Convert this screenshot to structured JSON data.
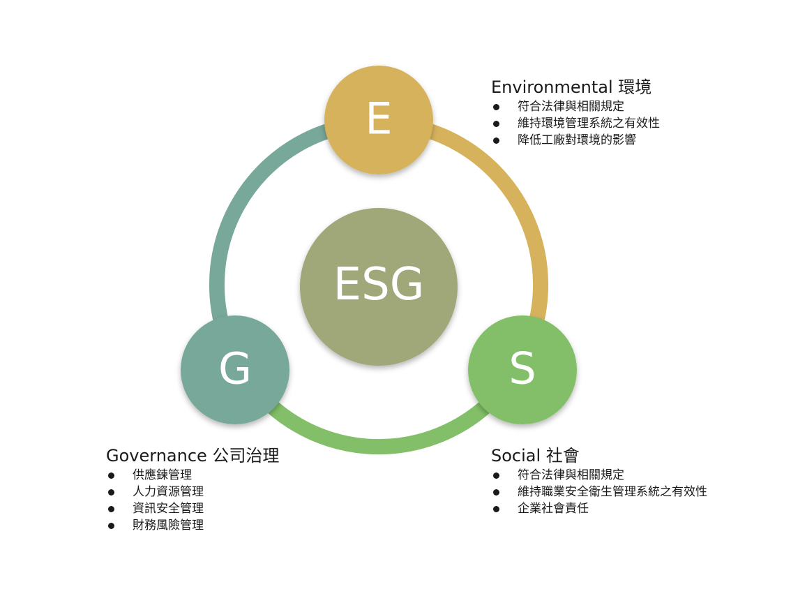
{
  "center": {
    "label": "ESG",
    "color": "#a0a87a"
  },
  "nodes": {
    "e": {
      "letter": "E",
      "color": "#d6b25c"
    },
    "s": {
      "letter": "S",
      "color": "#82bf68"
    },
    "g": {
      "letter": "G",
      "color": "#78a89a"
    }
  },
  "arcs": {
    "e_to_s": {
      "color": "#d6b25c"
    },
    "s_to_g": {
      "color": "#82bf68"
    },
    "g_to_e": {
      "color": "#78a89a"
    }
  },
  "environmental": {
    "title": "Environmental 環境",
    "items": [
      "符合法律與相關規定",
      "維持環境管理系統之有效性",
      "降低工廠對環境的影響"
    ]
  },
  "social": {
    "title": "Social 社會",
    "items": [
      "符合法律與相關規定",
      "維持職業安全衛生管理系統之有效性",
      "企業社會責任"
    ]
  },
  "governance": {
    "title": "Governance 公司治理",
    "items": [
      "供應鍊管理",
      "人力資源管理",
      "資訊安全管理",
      "財務風險管理"
    ]
  }
}
